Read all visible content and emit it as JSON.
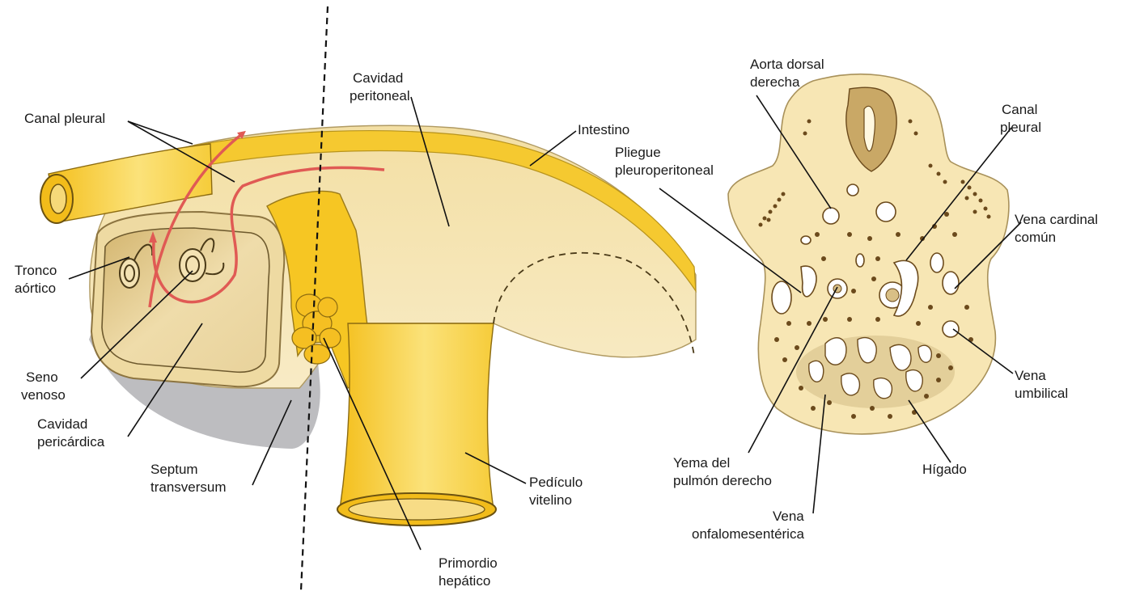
{
  "colors": {
    "tissue_light": "#f7e6b4",
    "tissue_mid": "#e9d29a",
    "tube_yellow": "#f6c623",
    "tube_light": "#fbe27a",
    "heart_dark": "#c5a762",
    "shadow_gray": "#bdbdc0",
    "arrow_red": "#e05a54",
    "dot_brown": "#6b4a1c"
  },
  "left_figure": {
    "labels": {
      "canal_pleural": "Canal pleural",
      "cavidad_peritoneal_1": "Cavidad",
      "cavidad_peritoneal_2": "peritoneal",
      "intestino": "Intestino",
      "tronco_aortico_1": "Tronco",
      "tronco_aortico_2": "aórtico",
      "seno_venoso_1": "Seno",
      "seno_venoso_2": "venoso",
      "cavidad_pericardica_1": "Cavidad",
      "cavidad_pericardica_2": "pericárdica",
      "septum_transversum_1": "Septum",
      "septum_transversum_2": "transversum",
      "pediculo_vitelino_1": "Pedículo",
      "pediculo_vitelino_2": "vitelino",
      "primordio_hepatico_1": "Primordio",
      "primordio_hepatico_2": "hepático"
    }
  },
  "right_figure": {
    "labels": {
      "aorta_dorsal_1": "Aorta dorsal",
      "aorta_dorsal_2": "derecha",
      "pliegue_1": "Pliegue",
      "pliegue_2": "pleuroperitoneal",
      "canal_pleural_1": "Canal",
      "canal_pleural_2": "pleural",
      "vena_cardinal_1": "Vena cardinal",
      "vena_cardinal_2": "común",
      "vena_umbilical_1": "Vena",
      "vena_umbilical_2": "umbilical",
      "yema_1": "Yema del",
      "yema_2": "pulmón derecho",
      "vena_onfalo_1": "Vena",
      "vena_onfalo_2": "onfalomesentérica",
      "higado": "Hígado"
    }
  }
}
